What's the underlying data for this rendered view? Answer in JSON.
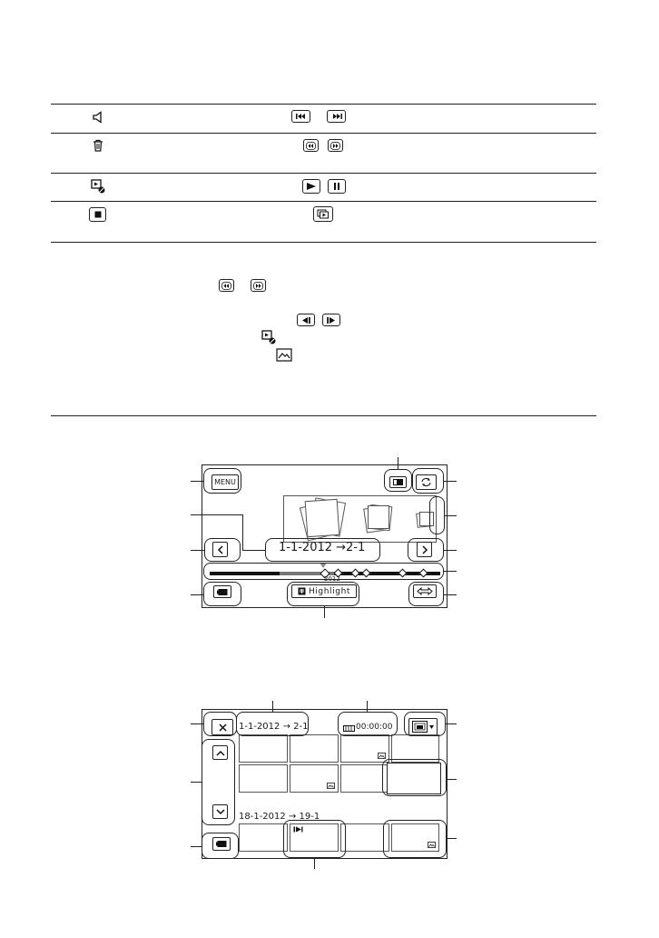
{
  "event_view": {
    "menu_label": "MENU",
    "date_range": "1-1-2012 →2-1",
    "timeline_year": "2012",
    "highlight_label": "Highlight"
  },
  "index_view": {
    "date_range_1": "1-1-2012 → 2-1",
    "duration": "00:00:00",
    "date_range_2": "18-1-2012 → 19-1"
  }
}
